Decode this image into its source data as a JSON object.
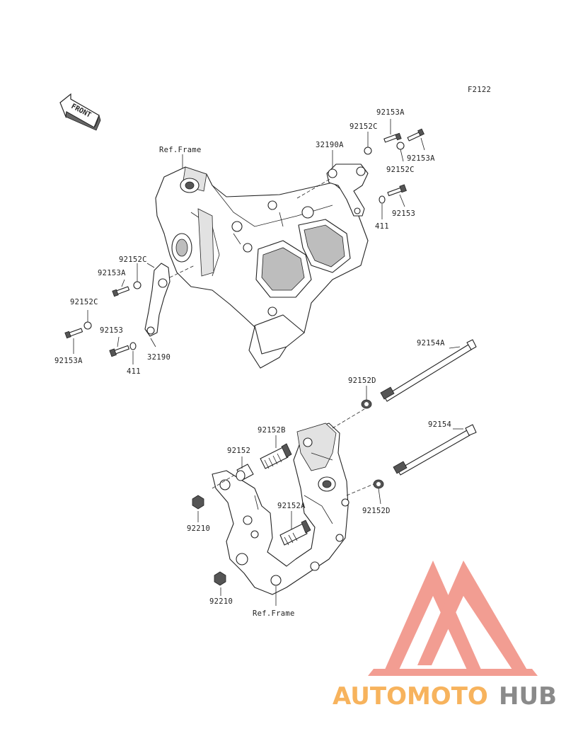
{
  "figure_code": "F2122",
  "front_label": "FRONT",
  "ref_frame_top": "Ref.Frame",
  "ref_frame_bottom": "Ref.Frame",
  "parts": {
    "p92153A_top": "92153A",
    "p92152C_top1": "92152C",
    "p32190A": "32190A",
    "p92153A_top2": "92153A",
    "p92152C_top2": "92152C",
    "p92153_top": "92153",
    "p411_top": "411",
    "p92152C_left1": "92152C",
    "p92153A_left1": "92153A",
    "p92152C_left2": "92152C",
    "p92153_left": "92153",
    "p92153A_left2": "92153A",
    "p411_left": "411",
    "p32190": "32190",
    "p92154A": "92154A",
    "p92152D_top": "92152D",
    "p92152B": "92152B",
    "p92154": "92154",
    "p92152": "92152",
    "p92152A": "92152A",
    "p92210_1": "92210",
    "p92152D_bottom": "92152D",
    "p92210_2": "92210"
  },
  "watermark": {
    "left": "AUTOMOTO",
    "right": "HUB"
  },
  "colors": {
    "watermark_red": "#f08c80",
    "watermark_orange": "#f7b35d",
    "watermark_gray": "#8a8a8a",
    "line": "#222222"
  }
}
